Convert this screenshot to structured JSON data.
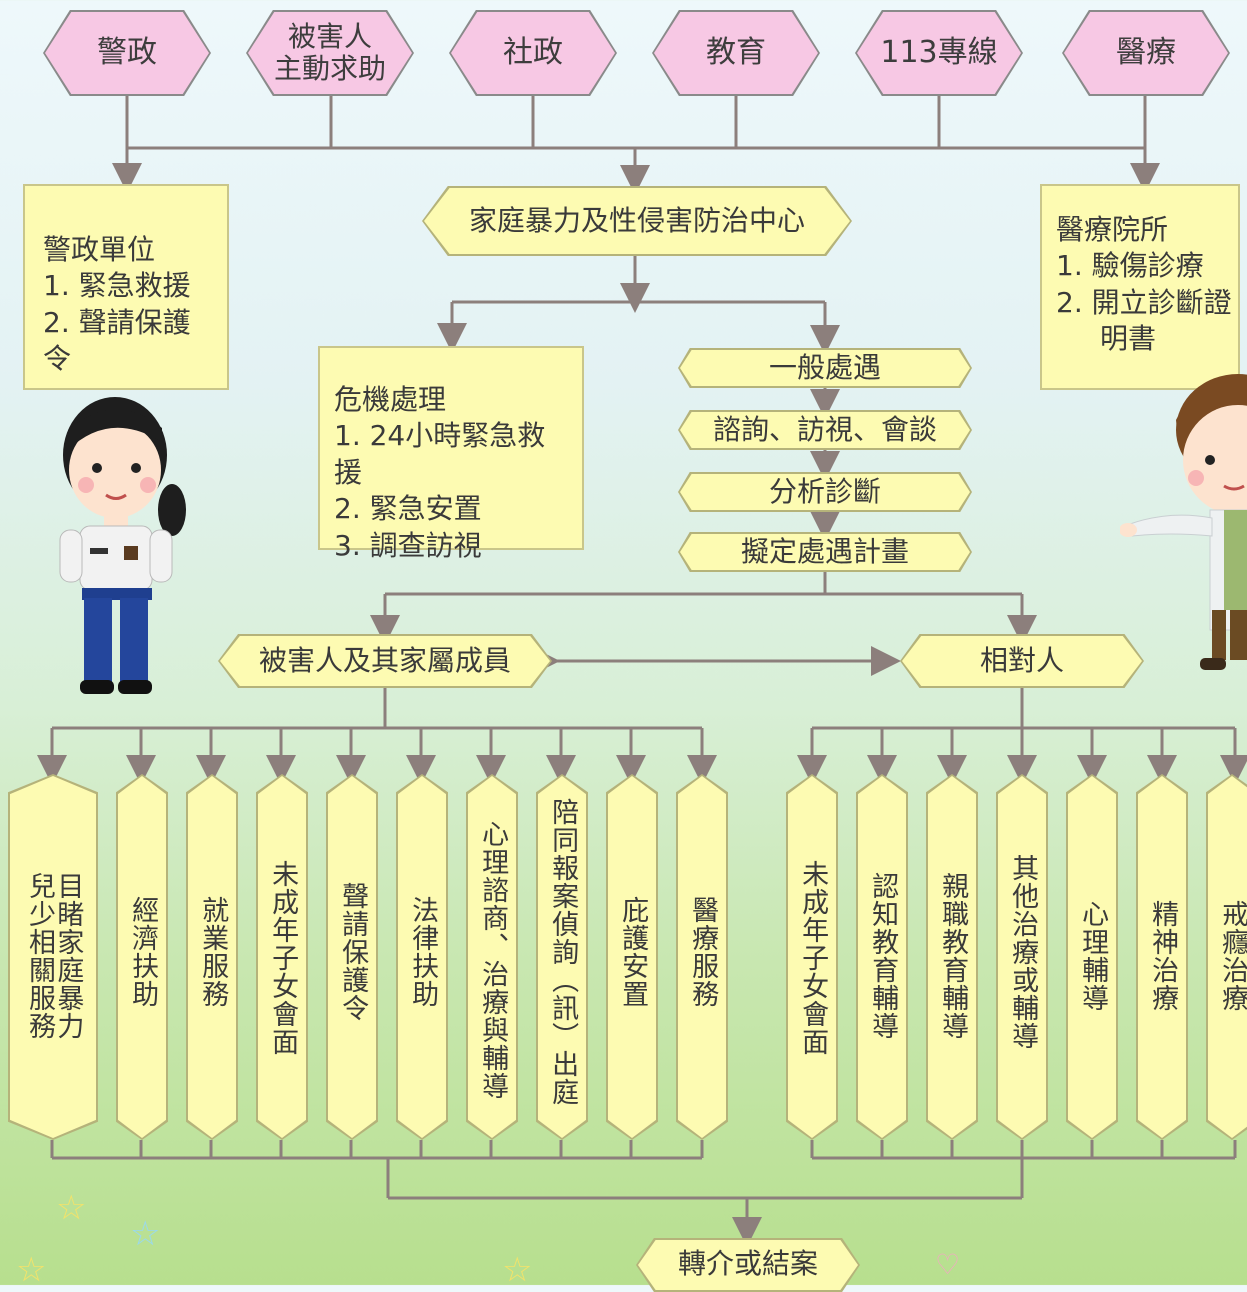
{
  "sources": [
    "警政",
    "被害人\n主動求助",
    "社政",
    "教育",
    "113專線",
    "醫療"
  ],
  "center": "家庭暴力及性侵害防治中心",
  "police_box": {
    "title": "警政單位",
    "items": [
      "1. 緊急救援",
      "2. 聲請保護令"
    ]
  },
  "medical_box": {
    "title": "醫療院所",
    "items": [
      "1. 驗傷診療",
      "2. 開立診斷證",
      "明書"
    ]
  },
  "crisis_box": {
    "title": "危機處理",
    "items": [
      "1. 24小時緊急救援",
      "2. 緊急安置",
      "3. 調查訪視"
    ]
  },
  "steps": [
    "一般處遇",
    "諮詢、訪視、會談",
    "分析診斷",
    "擬定處遇計畫"
  ],
  "victim": "被害人及其家屬成員",
  "offender": "相對人",
  "victim_services": [
    [
      "目睹家庭暴力",
      "兒少相關服務"
    ],
    [
      "經濟扶助"
    ],
    [
      "就業服務"
    ],
    [
      "未成年子女會面"
    ],
    [
      "聲請保護令"
    ],
    [
      "法律扶助"
    ],
    [
      "心理諮商、治療與輔導"
    ],
    [
      "陪同報案偵詢（訊）出庭"
    ],
    [
      "庇護安置"
    ],
    [
      "醫療服務"
    ]
  ],
  "offender_services": [
    [
      "未成年子女會面"
    ],
    [
      "認知教育輔導"
    ],
    [
      "親職教育輔導"
    ],
    [
      "其他治療或輔導"
    ],
    [
      "心理輔導"
    ],
    [
      "精神治療"
    ],
    [
      "戒癮治療"
    ]
  ],
  "final": "轉介或結案"
}
